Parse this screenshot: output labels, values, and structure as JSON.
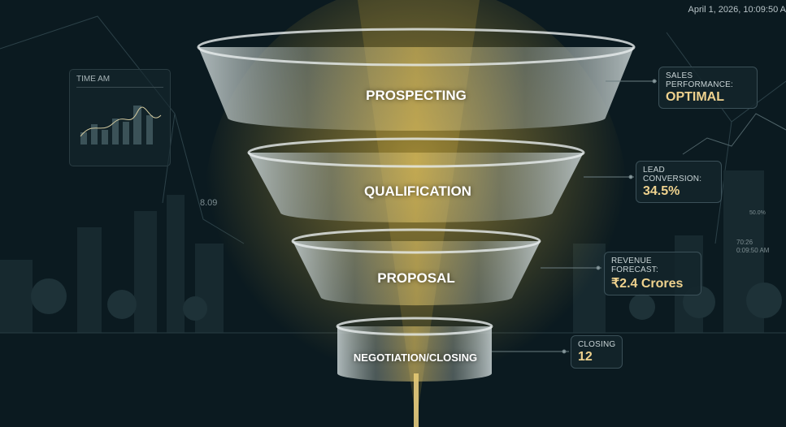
{
  "timestamp": "April 1, 2026, 10:09:50 A",
  "panel": {
    "title": "TIME AM"
  },
  "background_text": {
    "value1": "8.09",
    "time1": "70:26",
    "time2": "0:09:50 AM",
    "percent": "50.0%"
  },
  "funnel": {
    "stages": [
      {
        "label": "PROSPECTING"
      },
      {
        "label": "QUALIFICATION"
      },
      {
        "label": "PROPOSAL"
      },
      {
        "label": "NEGOTIATION/CLOSING"
      }
    ]
  },
  "callouts": [
    {
      "label": "SALES PERFORMANCE:",
      "value": "OPTIMAL"
    },
    {
      "label": "LEAD CONVERSION:",
      "value": "34.5%"
    },
    {
      "label": "REVENUE FORECAST:",
      "value": "₹2.4 Crores"
    },
    {
      "label": "CLOSING",
      "value": "12"
    }
  ],
  "colors": {
    "background": "#0b1a20",
    "accent_gold": "#efd28e",
    "glow": "#f5c842"
  }
}
